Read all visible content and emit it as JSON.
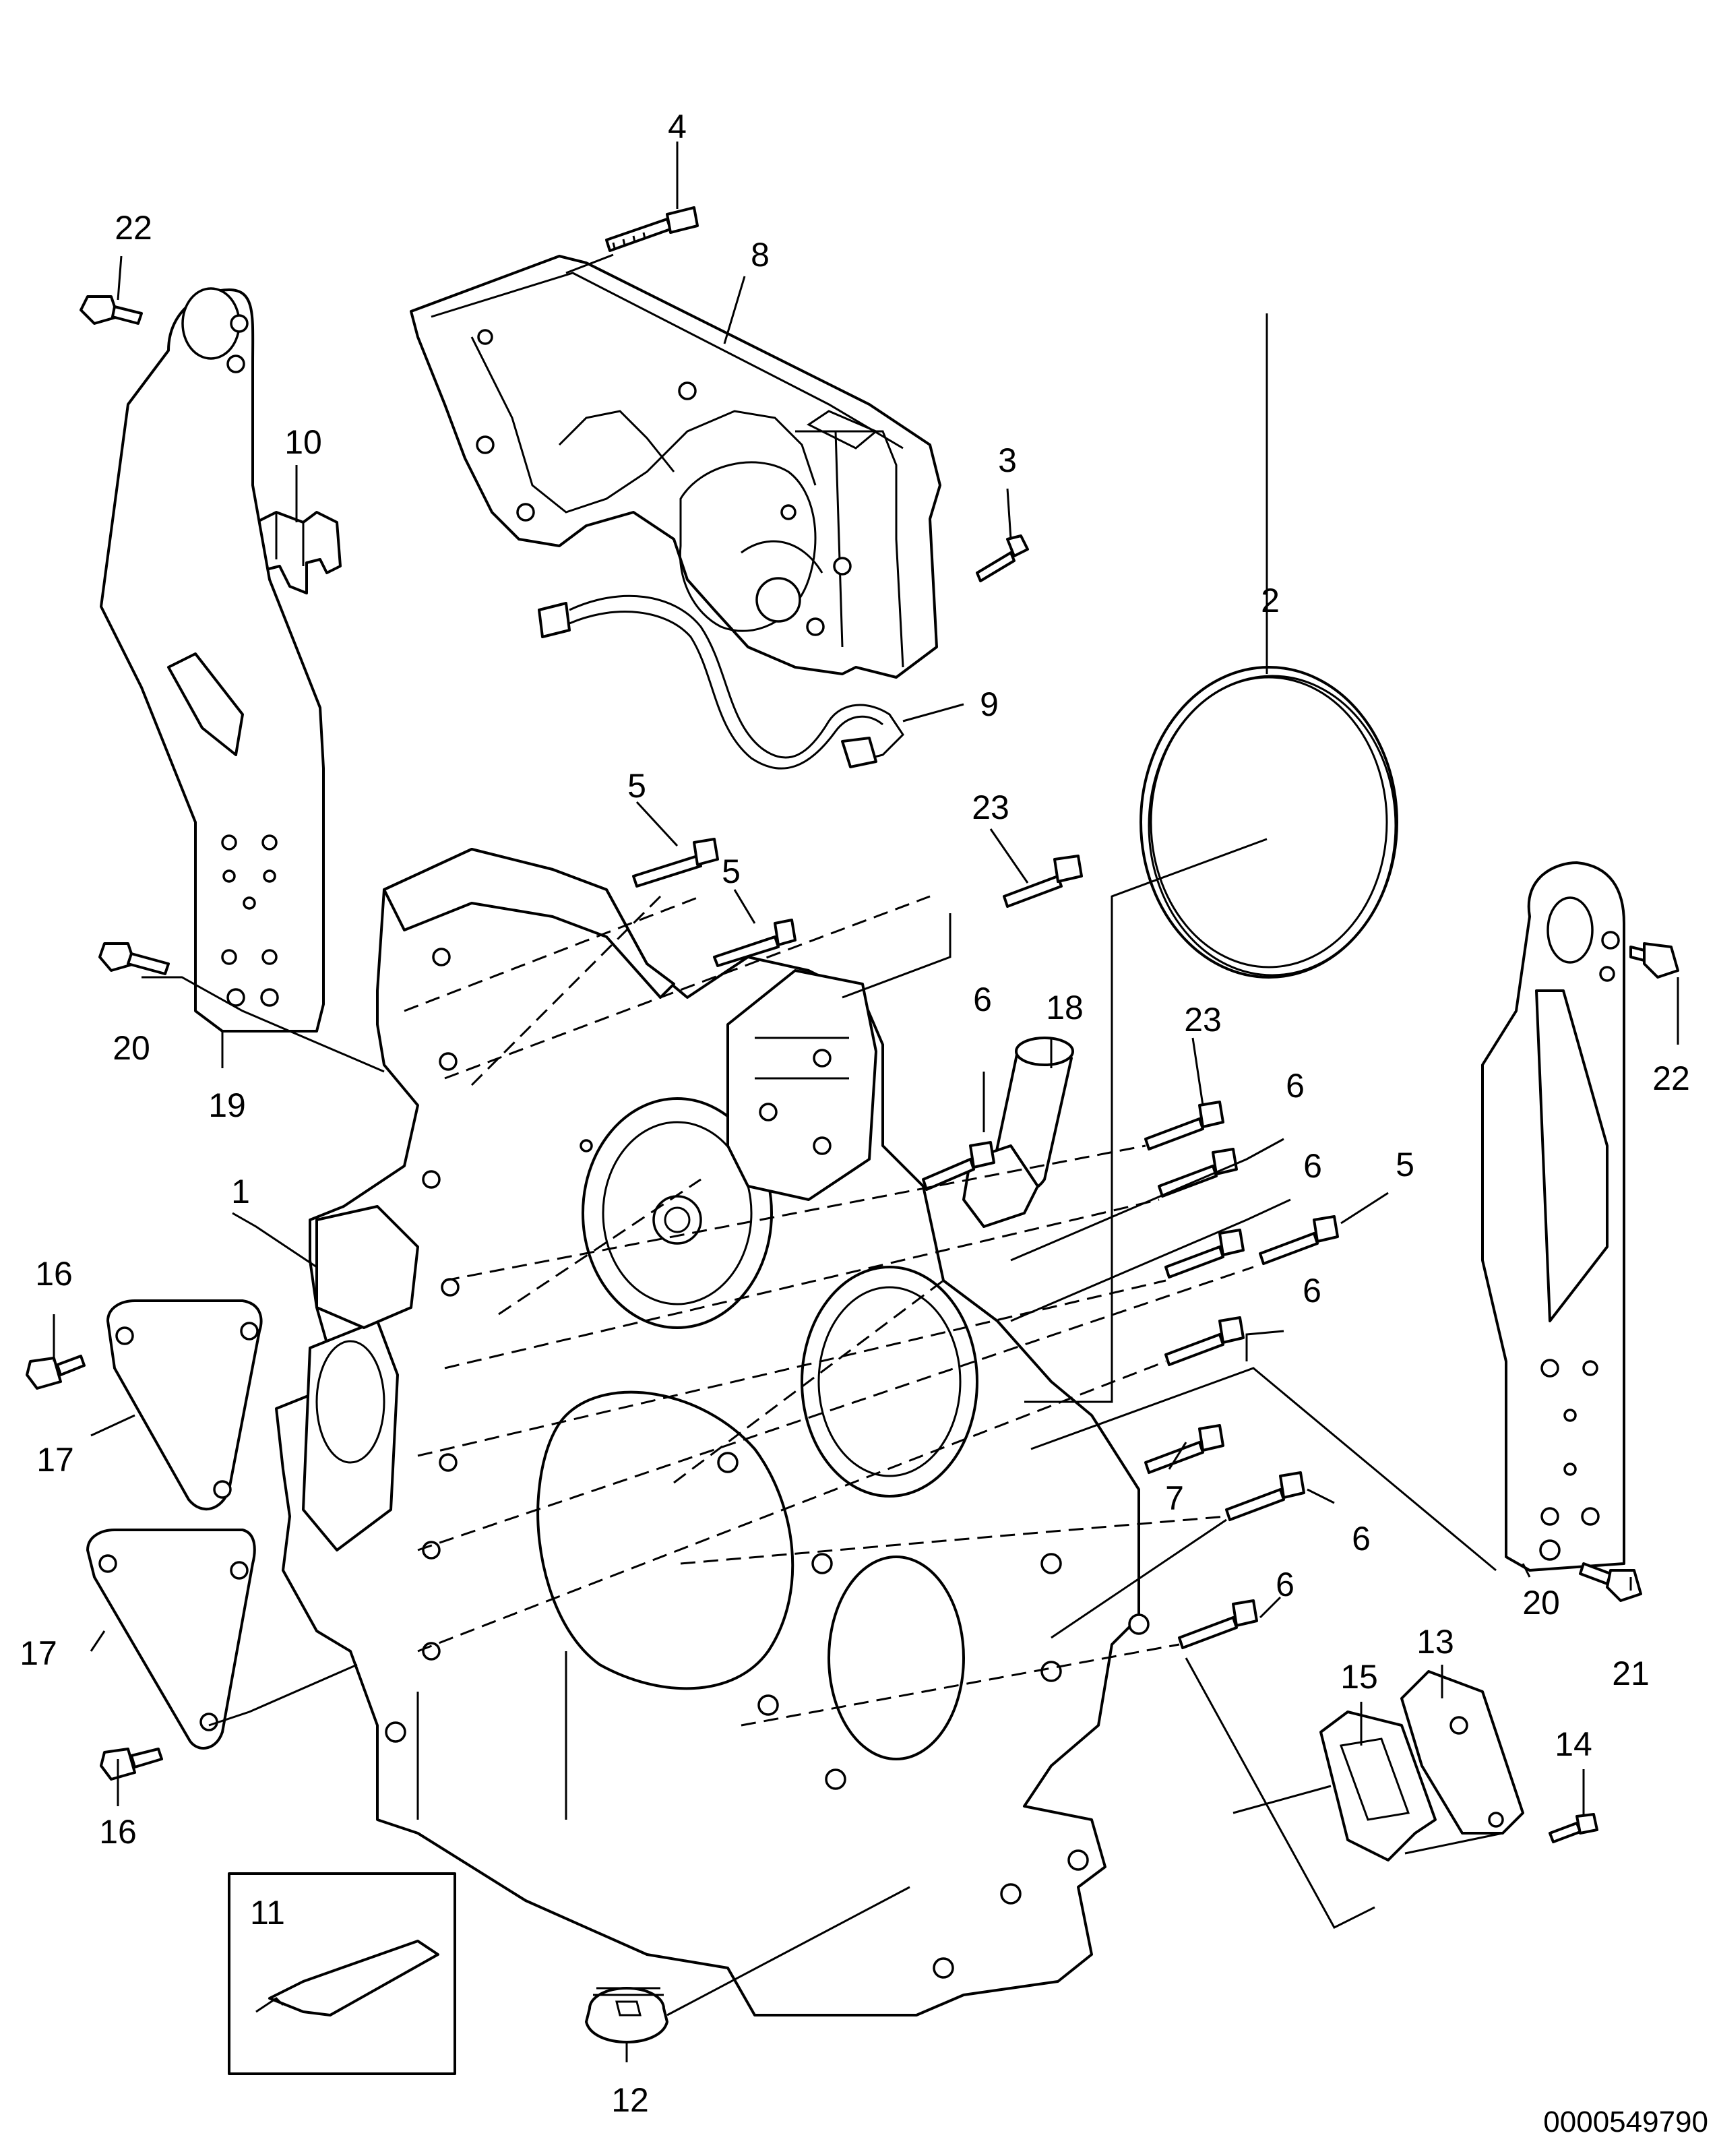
{
  "diagram": {
    "document_number": "0000549790",
    "callouts": [
      {
        "id": "c4",
        "label": "4"
      },
      {
        "id": "c22a",
        "label": "22"
      },
      {
        "id": "c8",
        "label": "8"
      },
      {
        "id": "c10",
        "label": "10"
      },
      {
        "id": "c3",
        "label": "3"
      },
      {
        "id": "c2",
        "label": "2"
      },
      {
        "id": "c9",
        "label": "9"
      },
      {
        "id": "c5a",
        "label": "5"
      },
      {
        "id": "c23a",
        "label": "23"
      },
      {
        "id": "c5b",
        "label": "5"
      },
      {
        "id": "c20a",
        "label": "20"
      },
      {
        "id": "c19",
        "label": "19"
      },
      {
        "id": "c22b",
        "label": "22"
      },
      {
        "id": "c6a",
        "label": "6"
      },
      {
        "id": "c18",
        "label": "18"
      },
      {
        "id": "c23b",
        "label": "23"
      },
      {
        "id": "c6b",
        "label": "6"
      },
      {
        "id": "c6c",
        "label": "6"
      },
      {
        "id": "c5c",
        "label": "5"
      },
      {
        "id": "c1",
        "label": "1"
      },
      {
        "id": "c16a",
        "label": "16"
      },
      {
        "id": "c6d",
        "label": "6"
      },
      {
        "id": "c17a",
        "label": "17"
      },
      {
        "id": "c7",
        "label": "7"
      },
      {
        "id": "c6e",
        "label": "6"
      },
      {
        "id": "c6f",
        "label": "6"
      },
      {
        "id": "c17b",
        "label": "17"
      },
      {
        "id": "c20b",
        "label": "20"
      },
      {
        "id": "c21",
        "label": "21"
      },
      {
        "id": "c15",
        "label": "15"
      },
      {
        "id": "c13",
        "label": "13"
      },
      {
        "id": "c14",
        "label": "14"
      },
      {
        "id": "c16b",
        "label": "16"
      },
      {
        "id": "c11",
        "label": "11"
      },
      {
        "id": "c12",
        "label": "12"
      }
    ]
  }
}
